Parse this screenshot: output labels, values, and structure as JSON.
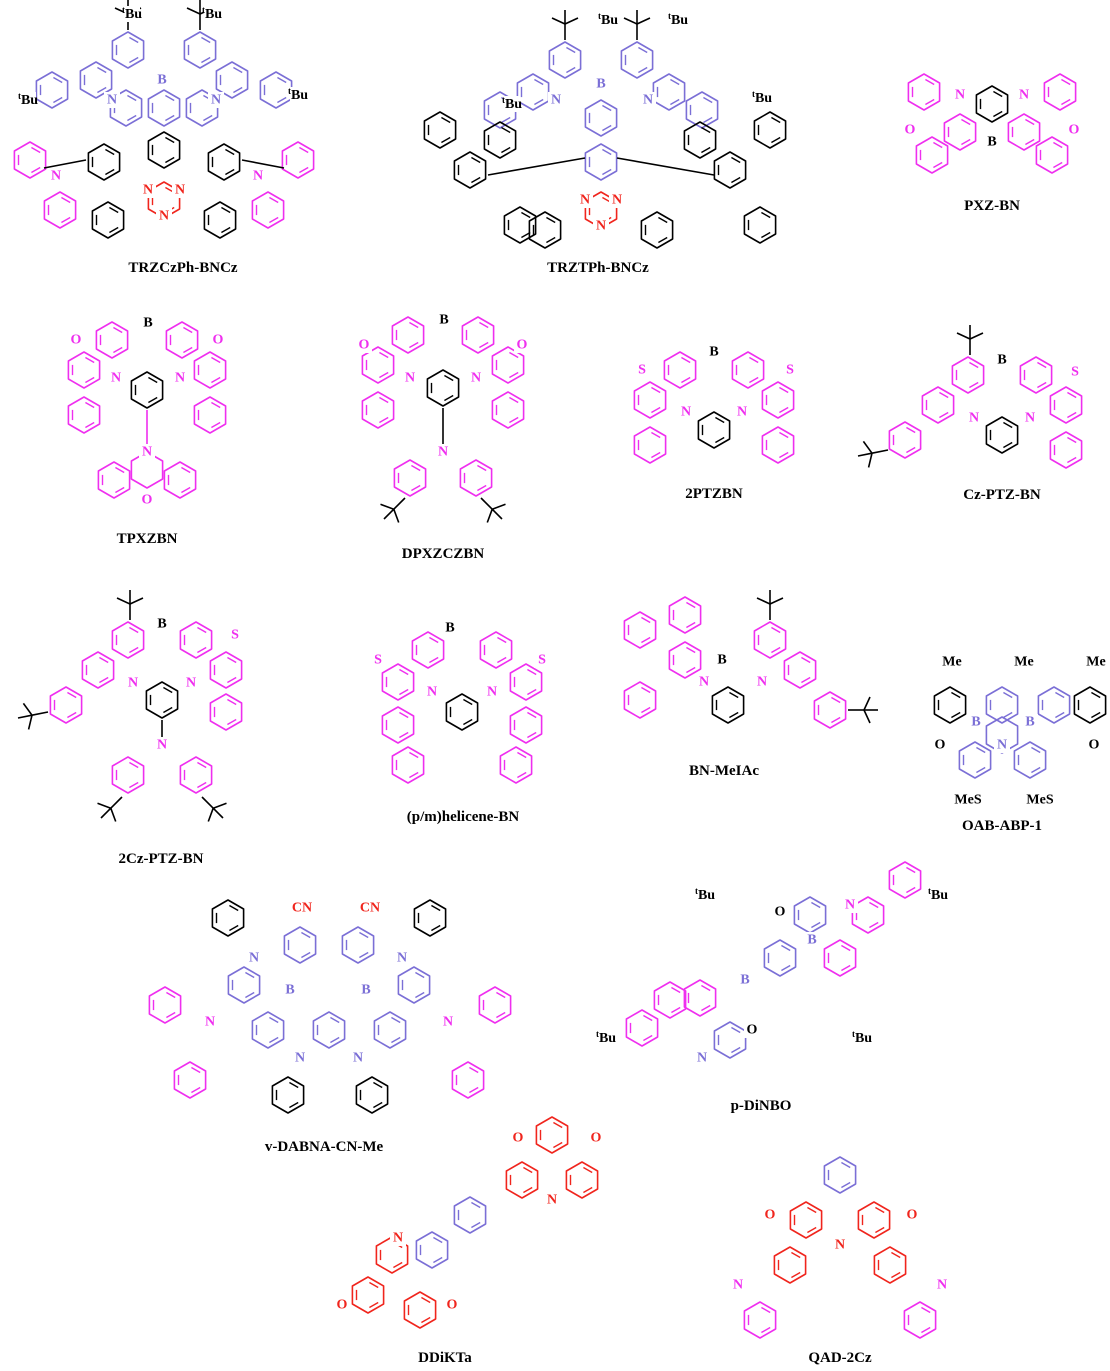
{
  "figure": {
    "colors": {
      "blue": "#7b6fd6",
      "magenta": "#ef2fef",
      "red": "#f0251d",
      "black": "#000000"
    },
    "molecules": [
      {
        "id": "m1",
        "name": "TRZCzPh-BNCz",
        "core": "blue",
        "donor": "magenta",
        "acceptor": "red",
        "labels": [
          "tBu",
          "tBu",
          "tBu",
          "tBu",
          "B",
          "N",
          "N",
          "N",
          "N",
          "N",
          "N",
          "N"
        ]
      },
      {
        "id": "m2",
        "name": "TRZTPh-BNCz",
        "core": "blue",
        "acceptor": "red",
        "labels": [
          "tBu",
          "tBu",
          "tBu",
          "tBu",
          "B",
          "N",
          "N",
          "N",
          "N",
          "N"
        ]
      },
      {
        "id": "m3",
        "name": "PXZ-BN",
        "core": "magenta",
        "labels": [
          "N",
          "N",
          "B",
          "O",
          "O"
        ]
      },
      {
        "id": "m4",
        "name": "TPXZBN",
        "core": "magenta",
        "labels": [
          "B",
          "O",
          "O",
          "N",
          "N",
          "N",
          "O"
        ]
      },
      {
        "id": "m5",
        "name": "DPXZCZBN",
        "core": "magenta",
        "labels": [
          "B",
          "O",
          "O",
          "N",
          "N",
          "N"
        ]
      },
      {
        "id": "m6",
        "name": "2PTZBN",
        "core": "magenta",
        "labels": [
          "B",
          "S",
          "S",
          "N",
          "N"
        ]
      },
      {
        "id": "m7",
        "name": "Cz-PTZ-BN",
        "core": "magenta",
        "labels": [
          "B",
          "S",
          "N",
          "N"
        ]
      },
      {
        "id": "m8",
        "name": "2Cz-PTZ-BN",
        "core": "magenta",
        "labels": [
          "B",
          "S",
          "N",
          "N",
          "N"
        ]
      },
      {
        "id": "m9",
        "name": "(p/m)helicene-BN",
        "core": "magenta",
        "labels": [
          "B",
          "S",
          "S",
          "N",
          "N"
        ]
      },
      {
        "id": "m10",
        "name": "BN-MeIAc",
        "core": "magenta",
        "labels": [
          "B",
          "N",
          "N"
        ]
      },
      {
        "id": "m11",
        "name": "OAB-ABP-1",
        "core": "blue",
        "labels": [
          "Me",
          "Me",
          "Me",
          "B",
          "B",
          "O",
          "O",
          "N",
          "MeS",
          "MeS"
        ]
      },
      {
        "id": "m12",
        "name": "v-DABNA-CN-Me",
        "core": "blue",
        "donor": "magenta",
        "acceptor": "red",
        "labels": [
          "CN",
          "CN",
          "N",
          "N",
          "B",
          "B",
          "N",
          "N",
          "N",
          "N"
        ]
      },
      {
        "id": "m13",
        "name": "p-DiNBO",
        "core": "blue",
        "donor": "magenta",
        "labels": [
          "tBu",
          "tBu",
          "tBu",
          "tBu",
          "O",
          "O",
          "B",
          "B",
          "N",
          "N"
        ]
      },
      {
        "id": "m14",
        "name": "DDiKTa",
        "core": "red",
        "bridge": "blue",
        "labels": [
          "O",
          "O",
          "O",
          "O",
          "N",
          "N"
        ]
      },
      {
        "id": "m15",
        "name": "QAD-2Cz",
        "core": "red",
        "donor": "magenta",
        "labels": [
          "O",
          "O",
          "N",
          "N",
          "N"
        ]
      }
    ]
  }
}
